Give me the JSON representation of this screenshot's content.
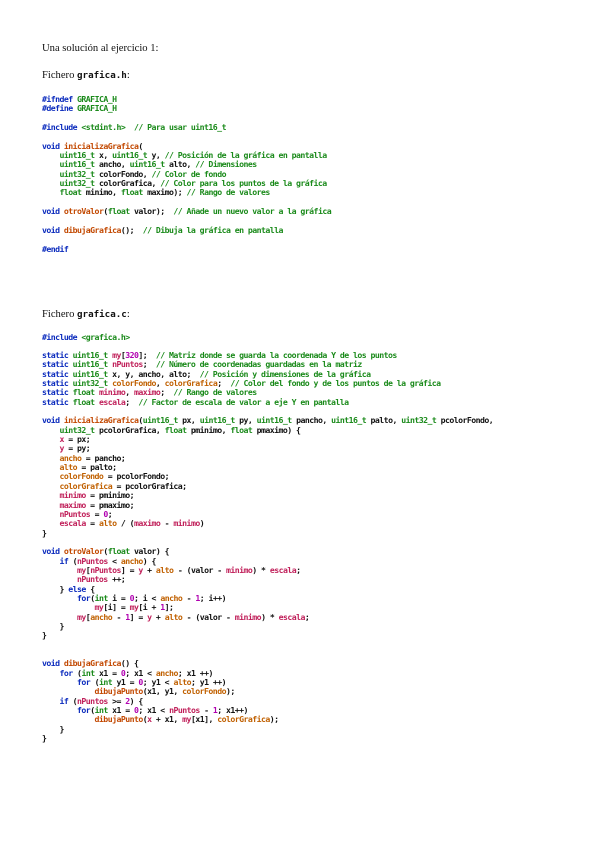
{
  "intro": "Una solución al ejercicio 1:",
  "file_h": {
    "prefix": "Fichero ",
    "name": "grafica.h",
    "suffix": ":"
  },
  "file_c": {
    "prefix": "Fichero ",
    "name": "grafica.c",
    "suffix": ":"
  },
  "code_h": [
    [
      [
        "pp",
        "#ifndef "
      ],
      [
        "ty",
        "GRAFICA_H"
      ]
    ],
    [
      [
        "pp",
        "#define "
      ],
      [
        "ty",
        "GRAFICA_H"
      ]
    ],
    [],
    [
      [
        "pp",
        "#include "
      ],
      [
        "st",
        "<stdint.h>"
      ],
      [
        "cm",
        "  // Para usar uint16_t"
      ]
    ],
    [],
    [
      [
        "kw",
        "void "
      ],
      [
        "fn",
        "inicializaGrafica"
      ],
      [
        "op",
        "("
      ]
    ],
    [
      [
        "ty",
        "    uint16_t "
      ],
      [
        "op",
        "x, "
      ],
      [
        "ty",
        "uint16_t "
      ],
      [
        "op",
        "y, "
      ],
      [
        "cm",
        "// Posición de la gráfica en pantalla"
      ]
    ],
    [
      [
        "ty",
        "    uint16_t "
      ],
      [
        "op",
        "ancho, "
      ],
      [
        "ty",
        "uint16_t "
      ],
      [
        "op",
        "alto, "
      ],
      [
        "cm",
        "// Dimensiones"
      ]
    ],
    [
      [
        "ty",
        "    uint32_t "
      ],
      [
        "op",
        "colorFondo, "
      ],
      [
        "cm",
        "// Color de fondo"
      ]
    ],
    [
      [
        "ty",
        "    uint32_t "
      ],
      [
        "op",
        "colorGrafica, "
      ],
      [
        "cm",
        "// Color para los puntos de la gráfica"
      ]
    ],
    [
      [
        "ty",
        "    float "
      ],
      [
        "op",
        "minimo, "
      ],
      [
        "ty",
        "float "
      ],
      [
        "op",
        "maximo); "
      ],
      [
        "cm",
        "// Rango de valores"
      ]
    ],
    [],
    [
      [
        "kw",
        "void "
      ],
      [
        "fn",
        "otroValor"
      ],
      [
        "op",
        "("
      ],
      [
        "ty",
        "float "
      ],
      [
        "op",
        "valor);  "
      ],
      [
        "cm",
        "// Añade un nuevo valor a la gráfica"
      ]
    ],
    [],
    [
      [
        "kw",
        "void "
      ],
      [
        "fn",
        "dibujaGrafica"
      ],
      [
        "op",
        "();  "
      ],
      [
        "cm",
        "// Dibuja la gráfica en pantalla"
      ]
    ],
    [],
    [
      [
        "pp",
        "#endif"
      ]
    ]
  ],
  "code_c1": [
    [
      [
        "pp",
        "#include "
      ],
      [
        "st",
        "<grafica.h>"
      ]
    ]
  ],
  "code_c2": [
    [
      [
        "kw",
        "static "
      ],
      [
        "ty",
        "uint16_t "
      ],
      [
        "vr",
        "my"
      ],
      [
        "op",
        "["
      ],
      [
        "nm",
        "320"
      ],
      [
        "op",
        "];  "
      ],
      [
        "cm",
        "// Matriz donde se guarda la coordenada Y de los puntos"
      ]
    ],
    [
      [
        "kw",
        "static "
      ],
      [
        "ty",
        "uint16_t "
      ],
      [
        "vr",
        "nPuntos"
      ],
      [
        "op",
        ";  "
      ],
      [
        "cm",
        "// Número de coordenadas guardadas en la matriz"
      ]
    ],
    [
      [
        "kw",
        "static "
      ],
      [
        "ty",
        "uint16_t "
      ],
      [
        "op",
        "x, y, ancho, alto;  "
      ],
      [
        "cm",
        "// Posición y dimensiones de la gráfica"
      ]
    ],
    [
      [
        "kw",
        "static "
      ],
      [
        "ty",
        "uint32_t "
      ],
      [
        "fv",
        "colorFondo"
      ],
      [
        "op",
        ", "
      ],
      [
        "fv",
        "colorGrafica"
      ],
      [
        "op",
        ";  "
      ],
      [
        "cm",
        "// Color del fondo y de los puntos de la gráfica"
      ]
    ],
    [
      [
        "kw",
        "static "
      ],
      [
        "ty",
        "float "
      ],
      [
        "vr",
        "minimo"
      ],
      [
        "op",
        ", "
      ],
      [
        "vr",
        "maximo"
      ],
      [
        "op",
        ";  "
      ],
      [
        "cm",
        "// Rango de valores"
      ]
    ],
    [
      [
        "kw",
        "static "
      ],
      [
        "ty",
        "float "
      ],
      [
        "vr",
        "escala"
      ],
      [
        "op",
        ";  "
      ],
      [
        "cm",
        "// Factor de escala de valor a eje Y en pantalla"
      ]
    ],
    [],
    [
      [
        "kw",
        "void "
      ],
      [
        "fn",
        "inicializaGrafica"
      ],
      [
        "op",
        "("
      ],
      [
        "ty",
        "uint16_t "
      ],
      [
        "op",
        "px, "
      ],
      [
        "ty",
        "uint16_t "
      ],
      [
        "op",
        "py, "
      ],
      [
        "ty",
        "uint16_t "
      ],
      [
        "op",
        "pancho, "
      ],
      [
        "ty",
        "uint16_t "
      ],
      [
        "op",
        "palto, "
      ],
      [
        "ty",
        "uint32_t "
      ],
      [
        "op",
        "pcolorFondo,"
      ]
    ],
    [
      [
        "ty",
        "    uint32_t "
      ],
      [
        "op",
        "pcolorGrafica, "
      ],
      [
        "ty",
        "float "
      ],
      [
        "op",
        "pminimo, "
      ],
      [
        "ty",
        "float "
      ],
      [
        "op",
        "pmaximo) {"
      ]
    ],
    [
      [
        "vr",
        "    x"
      ],
      [
        "op",
        " = px;"
      ]
    ],
    [
      [
        "vr",
        "    y"
      ],
      [
        "op",
        " = py;"
      ]
    ],
    [
      [
        "fv",
        "    ancho"
      ],
      [
        "op",
        " = pancho;"
      ]
    ],
    [
      [
        "fv",
        "    alto"
      ],
      [
        "op",
        " = palto;"
      ]
    ],
    [
      [
        "fv",
        "    colorFondo"
      ],
      [
        "op",
        " = pcolorFondo;"
      ]
    ],
    [
      [
        "fv",
        "    colorGrafica"
      ],
      [
        "op",
        " = pcolorGrafica;"
      ]
    ],
    [
      [
        "vr",
        "    minimo"
      ],
      [
        "op",
        " = pminimo;"
      ]
    ],
    [
      [
        "vr",
        "    maximo"
      ],
      [
        "op",
        " = pmaximo;"
      ]
    ],
    [
      [
        "vr",
        "    nPuntos"
      ],
      [
        "op",
        " = "
      ],
      [
        "nm",
        "0"
      ],
      [
        "op",
        ";"
      ]
    ],
    [
      [
        "vr",
        "    escala"
      ],
      [
        "op",
        " = "
      ],
      [
        "fv",
        "alto"
      ],
      [
        "op",
        " / ("
      ],
      [
        "vr",
        "maximo"
      ],
      [
        "op",
        " - "
      ],
      [
        "vr",
        "minimo"
      ],
      [
        "op",
        ")"
      ]
    ],
    [
      [
        "op",
        "}"
      ]
    ],
    [],
    [
      [
        "kw",
        "void "
      ],
      [
        "fn",
        "otroValor"
      ],
      [
        "op",
        "("
      ],
      [
        "ty",
        "float "
      ],
      [
        "op",
        "valor) {"
      ]
    ],
    [
      [
        "kw",
        "    if "
      ],
      [
        "op",
        "("
      ],
      [
        "vr",
        "nPuntos"
      ],
      [
        "op",
        " < "
      ],
      [
        "fv",
        "ancho"
      ],
      [
        "op",
        ") {"
      ]
    ],
    [
      [
        "vr",
        "        my"
      ],
      [
        "op",
        "["
      ],
      [
        "vr",
        "nPuntos"
      ],
      [
        "op",
        "] = "
      ],
      [
        "vr",
        "y"
      ],
      [
        "op",
        " + "
      ],
      [
        "fv",
        "alto"
      ],
      [
        "op",
        " - (valor - "
      ],
      [
        "vr",
        "minimo"
      ],
      [
        "op",
        ") * "
      ],
      [
        "vr",
        "escala"
      ],
      [
        "op",
        ";"
      ]
    ],
    [
      [
        "vr",
        "        nPuntos"
      ],
      [
        "op",
        " ++;"
      ]
    ],
    [
      [
        "op",
        "    } "
      ],
      [
        "kw",
        "else"
      ],
      [
        "op",
        " {"
      ]
    ],
    [
      [
        "kw",
        "        for"
      ],
      [
        "op",
        "("
      ],
      [
        "ty",
        "int "
      ],
      [
        "op",
        "i = "
      ],
      [
        "nm",
        "0"
      ],
      [
        "op",
        "; i < "
      ],
      [
        "fv",
        "ancho"
      ],
      [
        "op",
        " - "
      ],
      [
        "nm",
        "1"
      ],
      [
        "op",
        "; i++)"
      ]
    ],
    [
      [
        "vr",
        "            my"
      ],
      [
        "op",
        "[i] = "
      ],
      [
        "vr",
        "my"
      ],
      [
        "op",
        "[i + "
      ],
      [
        "nm",
        "1"
      ],
      [
        "op",
        "];"
      ]
    ],
    [
      [
        "vr",
        "        my"
      ],
      [
        "op",
        "["
      ],
      [
        "fv",
        "ancho"
      ],
      [
        "op",
        " - "
      ],
      [
        "nm",
        "1"
      ],
      [
        "op",
        "] = "
      ],
      [
        "vr",
        "y"
      ],
      [
        "op",
        " + "
      ],
      [
        "fv",
        "alto"
      ],
      [
        "op",
        " - (valor - "
      ],
      [
        "vr",
        "minimo"
      ],
      [
        "op",
        ") * "
      ],
      [
        "vr",
        "escala"
      ],
      [
        "op",
        ";"
      ]
    ],
    [
      [
        "op",
        "    }"
      ]
    ],
    [
      [
        "op",
        "}"
      ]
    ],
    [],
    [],
    [
      [
        "kw",
        "void "
      ],
      [
        "fn",
        "dibujaGrafica"
      ],
      [
        "op",
        "() {"
      ]
    ],
    [
      [
        "kw",
        "    for "
      ],
      [
        "op",
        "("
      ],
      [
        "ty",
        "int "
      ],
      [
        "op",
        "x1 = "
      ],
      [
        "nm",
        "0"
      ],
      [
        "op",
        "; x1 < "
      ],
      [
        "fv",
        "ancho"
      ],
      [
        "op",
        "; x1 ++)"
      ]
    ],
    [
      [
        "kw",
        "        for "
      ],
      [
        "op",
        "("
      ],
      [
        "ty",
        "int "
      ],
      [
        "op",
        "y1 = "
      ],
      [
        "nm",
        "0"
      ],
      [
        "op",
        "; y1 < "
      ],
      [
        "fv",
        "alto"
      ],
      [
        "op",
        "; y1 ++)"
      ]
    ],
    [
      [
        "fn",
        "            dibujaPunto"
      ],
      [
        "op",
        "(x1, y1, "
      ],
      [
        "fv",
        "colorFondo"
      ],
      [
        "op",
        ");"
      ]
    ],
    [
      [
        "kw",
        "    if "
      ],
      [
        "op",
        "("
      ],
      [
        "vr",
        "nPuntos"
      ],
      [
        "op",
        " >= "
      ],
      [
        "nm",
        "2"
      ],
      [
        "op",
        ") {"
      ]
    ],
    [
      [
        "kw",
        "        for"
      ],
      [
        "op",
        "("
      ],
      [
        "ty",
        "int "
      ],
      [
        "op",
        "x1 = "
      ],
      [
        "nm",
        "0"
      ],
      [
        "op",
        "; x1 < "
      ],
      [
        "vr",
        "nPuntos"
      ],
      [
        "op",
        " - "
      ],
      [
        "nm",
        "1"
      ],
      [
        "op",
        "; x1++)"
      ]
    ],
    [
      [
        "fn",
        "            dibujaPunto"
      ],
      [
        "op",
        "("
      ],
      [
        "vr",
        "x"
      ],
      [
        "op",
        " + x1, "
      ],
      [
        "vr",
        "my"
      ],
      [
        "op",
        "[x1], "
      ],
      [
        "fv",
        "colorGrafica"
      ],
      [
        "op",
        ");"
      ]
    ],
    [
      [
        "op",
        "    }"
      ]
    ],
    [
      [
        "op",
        "}"
      ]
    ]
  ]
}
